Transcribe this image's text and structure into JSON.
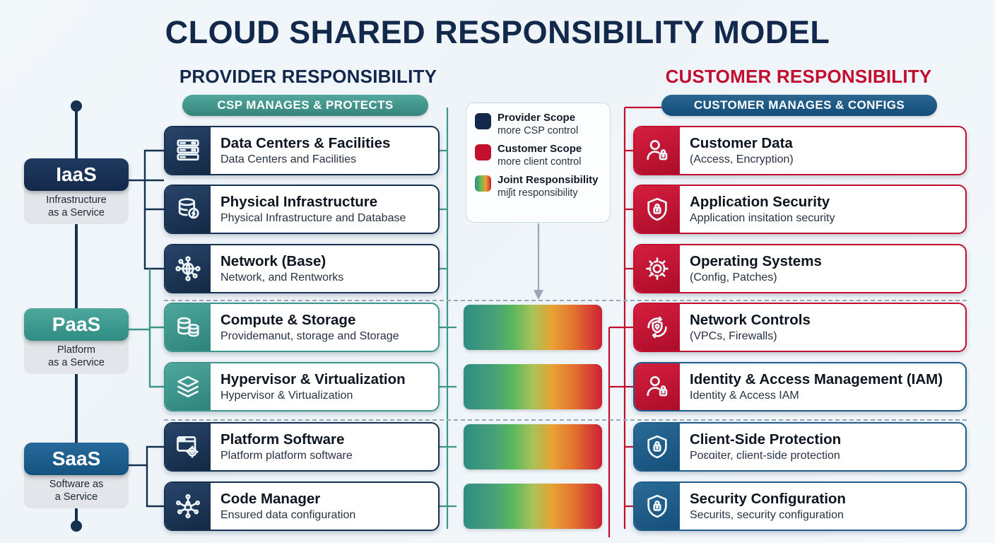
{
  "title": "CLOUD SHARED RESPONSIBILITY MODEL",
  "headings": {
    "provider": "PROVIDER RESPONSIBILITY",
    "customer": "CUSTOMER RESPONSIBILITY"
  },
  "banners": {
    "provider": "CSP MANAGES & PROTECTS",
    "customer": "CUSTOMER MANAGES & CONFIGS"
  },
  "colors": {
    "provider_navy": "#13294b",
    "customer_red": "#c20e2f",
    "paas_teal": "#2f8d83",
    "saas_blue": "#15537f",
    "gradient_start": "#2f8d83",
    "gradient_end": "#cc2034"
  },
  "service_models": [
    {
      "abbr": "IaaS",
      "line1": "Infrastructure",
      "line2": "as a Service"
    },
    {
      "abbr": "PaaS",
      "line1": "Platform",
      "line2": "as a Service"
    },
    {
      "abbr": "SaaS",
      "line1": "Software as",
      "line2": "a Service"
    }
  ],
  "provider_items": [
    {
      "title": "Data Centers & Facilities",
      "subtitle": "Data Centers and Facilities",
      "icon": "server-rack-icon"
    },
    {
      "title": "Physical Infrastructure",
      "subtitle": "Physical Infrastructure and Database",
      "icon": "database-power-icon"
    },
    {
      "title": "Network (Base)",
      "subtitle": "Network, and Rentworks",
      "icon": "network-globe-icon"
    },
    {
      "title": "Compute & Storage",
      "subtitle": "Providemanut, storage and Storage",
      "icon": "storage-cylinders-icon"
    },
    {
      "title": "Hypervisor & Virtualization",
      "subtitle": "Hypervisor & Virtualization",
      "icon": "layers-stack-icon"
    },
    {
      "title": "Platform Software",
      "subtitle": "Platform platform software",
      "icon": "window-gear-icon"
    },
    {
      "title": "Code Manager",
      "subtitle": "Ensured data configuration",
      "icon": "network-lock-icon"
    }
  ],
  "customer_items": [
    {
      "title": "Customer Data",
      "subtitle": "(Access, Encryption)",
      "icon": "user-lock-icon"
    },
    {
      "title": "Application Security",
      "subtitle": "Application insitation security",
      "icon": "shield-lock-icon"
    },
    {
      "title": "Operating Systems",
      "subtitle": "(Config, Patches)",
      "icon": "gear-icon"
    },
    {
      "title": "Network Controls",
      "subtitle": "(VPCs, Firewalls)",
      "icon": "shield-sync-icon"
    },
    {
      "title": "Identity & Access Management (IAM)",
      "subtitle": "Identity & Access IAM",
      "icon": "user-lock-icon"
    },
    {
      "title": "Client-Side Protection",
      "subtitle": "Poɛɑiter, client-side protection",
      "icon": "shield-lock-icon"
    },
    {
      "title": "Security Configuration",
      "subtitle": "Securits, security configuration",
      "icon": "shield-lock-icon"
    }
  ],
  "legend": [
    {
      "label": "Provider Scope",
      "desc": "more CSP control",
      "swatch": "provider-scope-swatch"
    },
    {
      "label": "Customer Scope",
      "desc": "more client control",
      "swatch": "customer-scope-swatch"
    },
    {
      "label": "Joint Responsibility",
      "desc": "miʃit responsibility",
      "swatch": "joint-responsibility-swatch"
    }
  ]
}
